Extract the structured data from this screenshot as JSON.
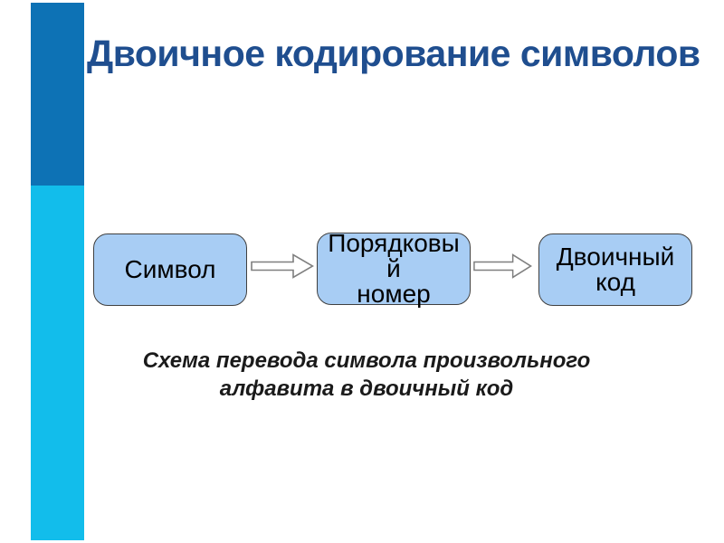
{
  "slide": {
    "title": "Двоичное кодирование символов",
    "sidebar": {
      "top_color": "#0d72b5",
      "bottom_color": "#12bdeb"
    },
    "colors": {
      "background": "#ffffff",
      "title_text": "#1f4e8f",
      "box_fill": "#a8cdf4",
      "box_border": "#404040",
      "box_text": "#000000",
      "arrow_outline": "#7f7f7f",
      "arrow_fill": "#ffffff",
      "caption_text": "#1a1a1a"
    },
    "diagram": {
      "boxes": [
        {
          "label": "Символ",
          "lines": [
            "Символ"
          ]
        },
        {
          "label": "Порядковый номер",
          "lines": [
            "Порядковы",
            "й",
            "номер"
          ]
        },
        {
          "label": "Двоичный код",
          "lines": [
            "Двоичный",
            "код"
          ]
        }
      ],
      "arrows": [
        {
          "icon": "right-block-arrow"
        },
        {
          "icon": "right-block-arrow"
        }
      ]
    },
    "caption": {
      "lines": [
        "Схема перевода символа произвольного",
        "алфавита в двоичный код"
      ]
    }
  }
}
